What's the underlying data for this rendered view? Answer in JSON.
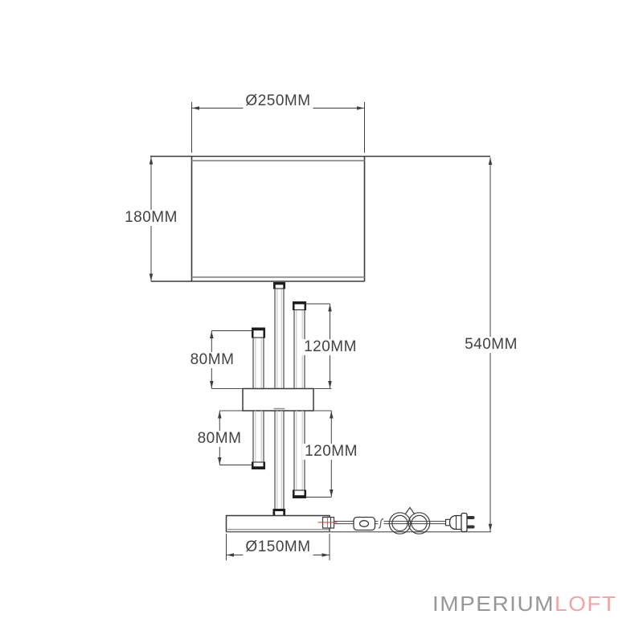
{
  "page": {
    "background": "#ffffff"
  },
  "drawing": {
    "units": "MM",
    "labels": {
      "shade_diameter": "Ø250MM",
      "shade_height": "180MM",
      "total_height": "540MM",
      "upper_left_tube": "80MM",
      "upper_right_tube": "120MM",
      "lower_left_tube": "80MM",
      "lower_right_tube": "120MM",
      "base_diameter": "Ø150MM"
    },
    "colors": {
      "line": "#3c3c3c",
      "tube_shading": "#c9c9c9",
      "accent_red": "#c63c3c",
      "logo_gray": "#97979b",
      "logo_pink": "#f2a4a6"
    }
  },
  "branding": {
    "logo_left": "IMPERIUM",
    "logo_right": "LOFT"
  }
}
